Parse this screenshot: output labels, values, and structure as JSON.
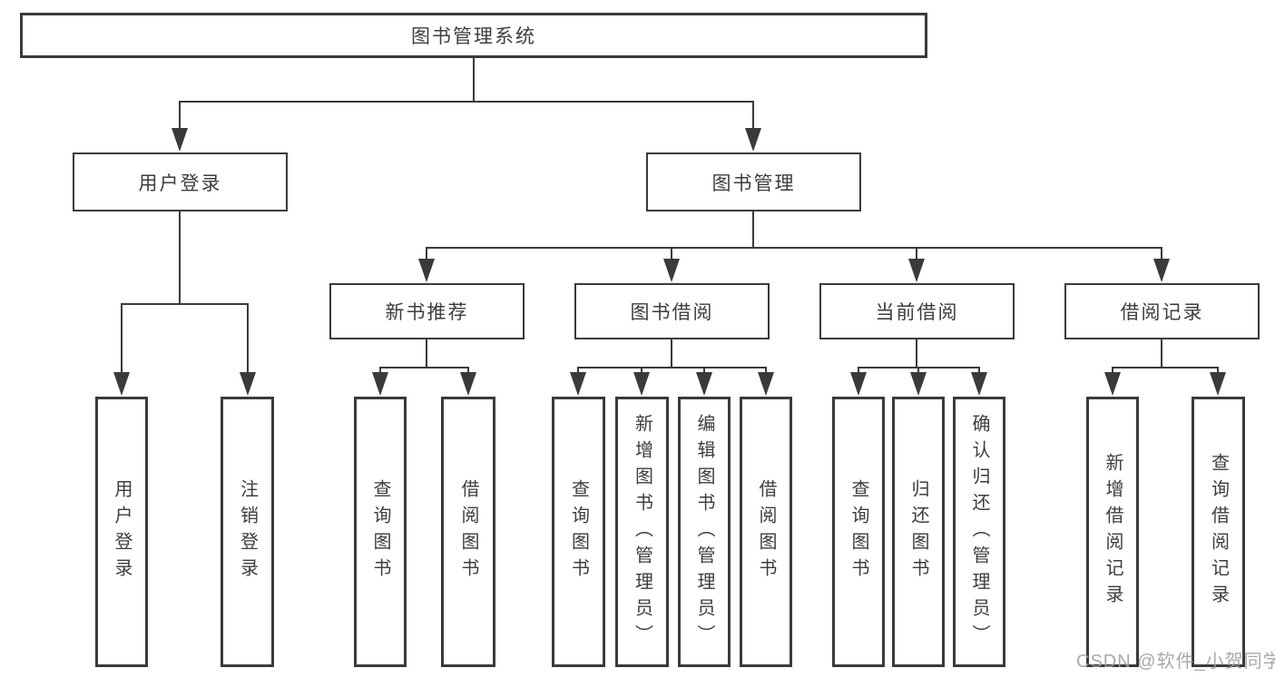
{
  "diagram_title": "图书管理系统",
  "nodes": {
    "root": {
      "label": "图书管理系统"
    },
    "user_login": {
      "label": "用户登录"
    },
    "book_management": {
      "label": "图书管理"
    },
    "new_book_recommend": {
      "label": "新书推荐"
    },
    "book_borrow": {
      "label": "图书借阅"
    },
    "current_borrow": {
      "label": "当前借阅"
    },
    "borrow_record": {
      "label": "借阅记录"
    },
    "leaves": {
      "user_login_leaf": {
        "label": "用户登录"
      },
      "logout_login": {
        "label": "注销登录"
      },
      "query_books_recommend": {
        "label": "查询图书"
      },
      "borrow_books_recommend": {
        "label": "借阅图书"
      },
      "query_books_borrow": {
        "label": "查询图书"
      },
      "add_books_admin": {
        "label": "新增图书（管理员）"
      },
      "edit_books_admin": {
        "label": "编辑图书（管理员）"
      },
      "borrow_books": {
        "label": "借阅图书"
      },
      "query_books_current": {
        "label": "查询图书"
      },
      "return_books": {
        "label": "归还图书"
      },
      "confirm_return_admin": {
        "label": "确认归还（管理员）"
      },
      "add_borrow_record": {
        "label": "新增借阅记录"
      },
      "query_borrow_record": {
        "label": "查询借阅记录"
      }
    }
  },
  "watermark": {
    "text": "CSDN @软件_小贺同学"
  },
  "colors": {
    "line": "#3a3a3a",
    "border": "#3a3a3a",
    "text": "#3d3d3d",
    "background": "#ffffff",
    "watermark": "#a0a0a0"
  }
}
